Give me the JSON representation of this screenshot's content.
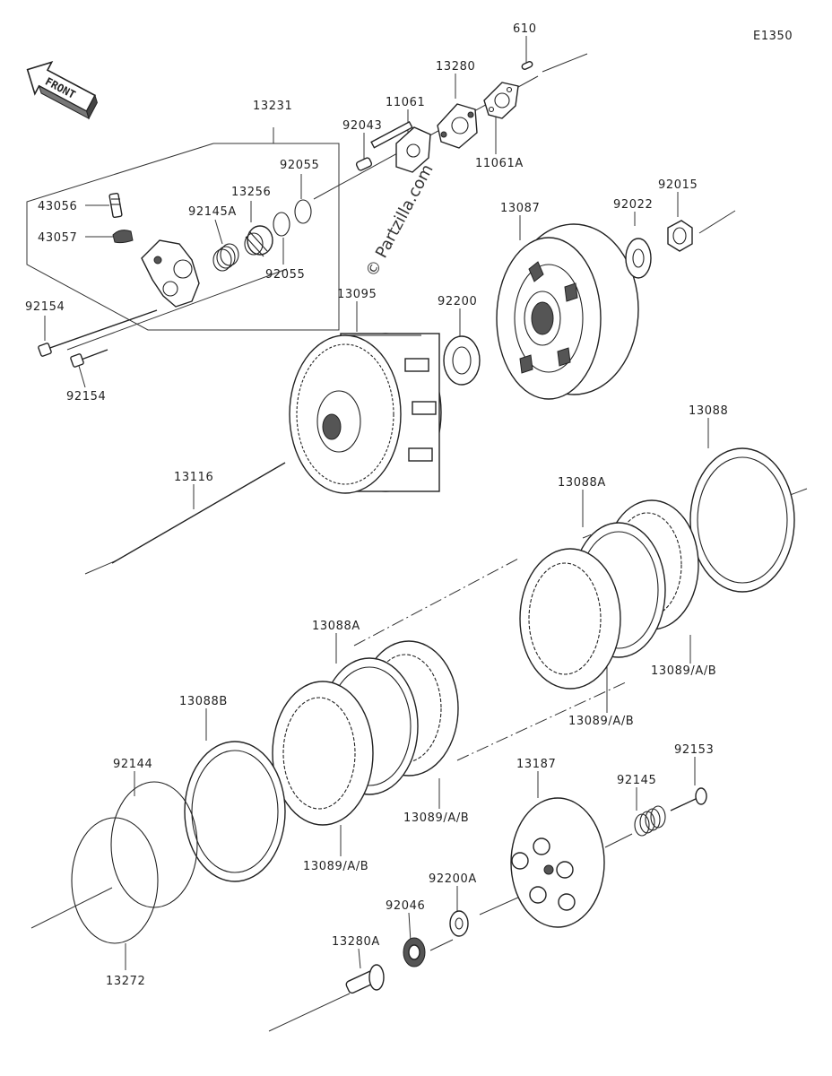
{
  "diagram": {
    "code": "E1350",
    "watermark": "© Partzilla.com",
    "front_label": "FRONT",
    "parts": [
      "610",
      "13280",
      "11061",
      "92043",
      "11061A",
      "13231",
      "92055",
      "92055",
      "13256",
      "92145A",
      "43056",
      "43057",
      "92154",
      "92154",
      "13087",
      "92022",
      "92015",
      "92200",
      "13095",
      "13088",
      "13088A",
      "13116",
      "13088A",
      "13089/A/B",
      "13089/A/B",
      "13088B",
      "13089/A/B",
      "13089/A/B",
      "92144",
      "13187",
      "92145",
      "92153",
      "92200A",
      "92046",
      "13280A",
      "13272"
    ]
  }
}
